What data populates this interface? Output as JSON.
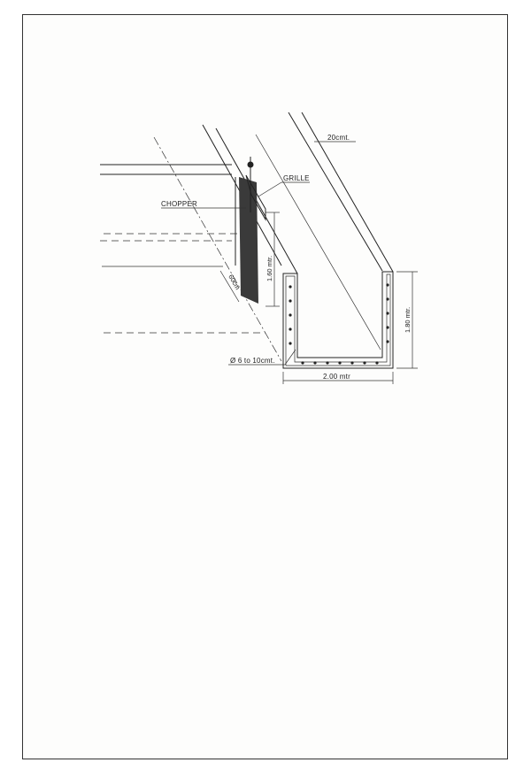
{
  "labels": {
    "wall_thickness": "20cmt.",
    "grille": "GRILLE",
    "chopper": "CHOPPER",
    "chopper_height": "1.60 mtr.",
    "spacing": "60cm",
    "channel_height": "1.80 mtr.",
    "bar_diameter": "Ø 6 to 10cmt.",
    "channel_width": "2.00 mtr"
  }
}
